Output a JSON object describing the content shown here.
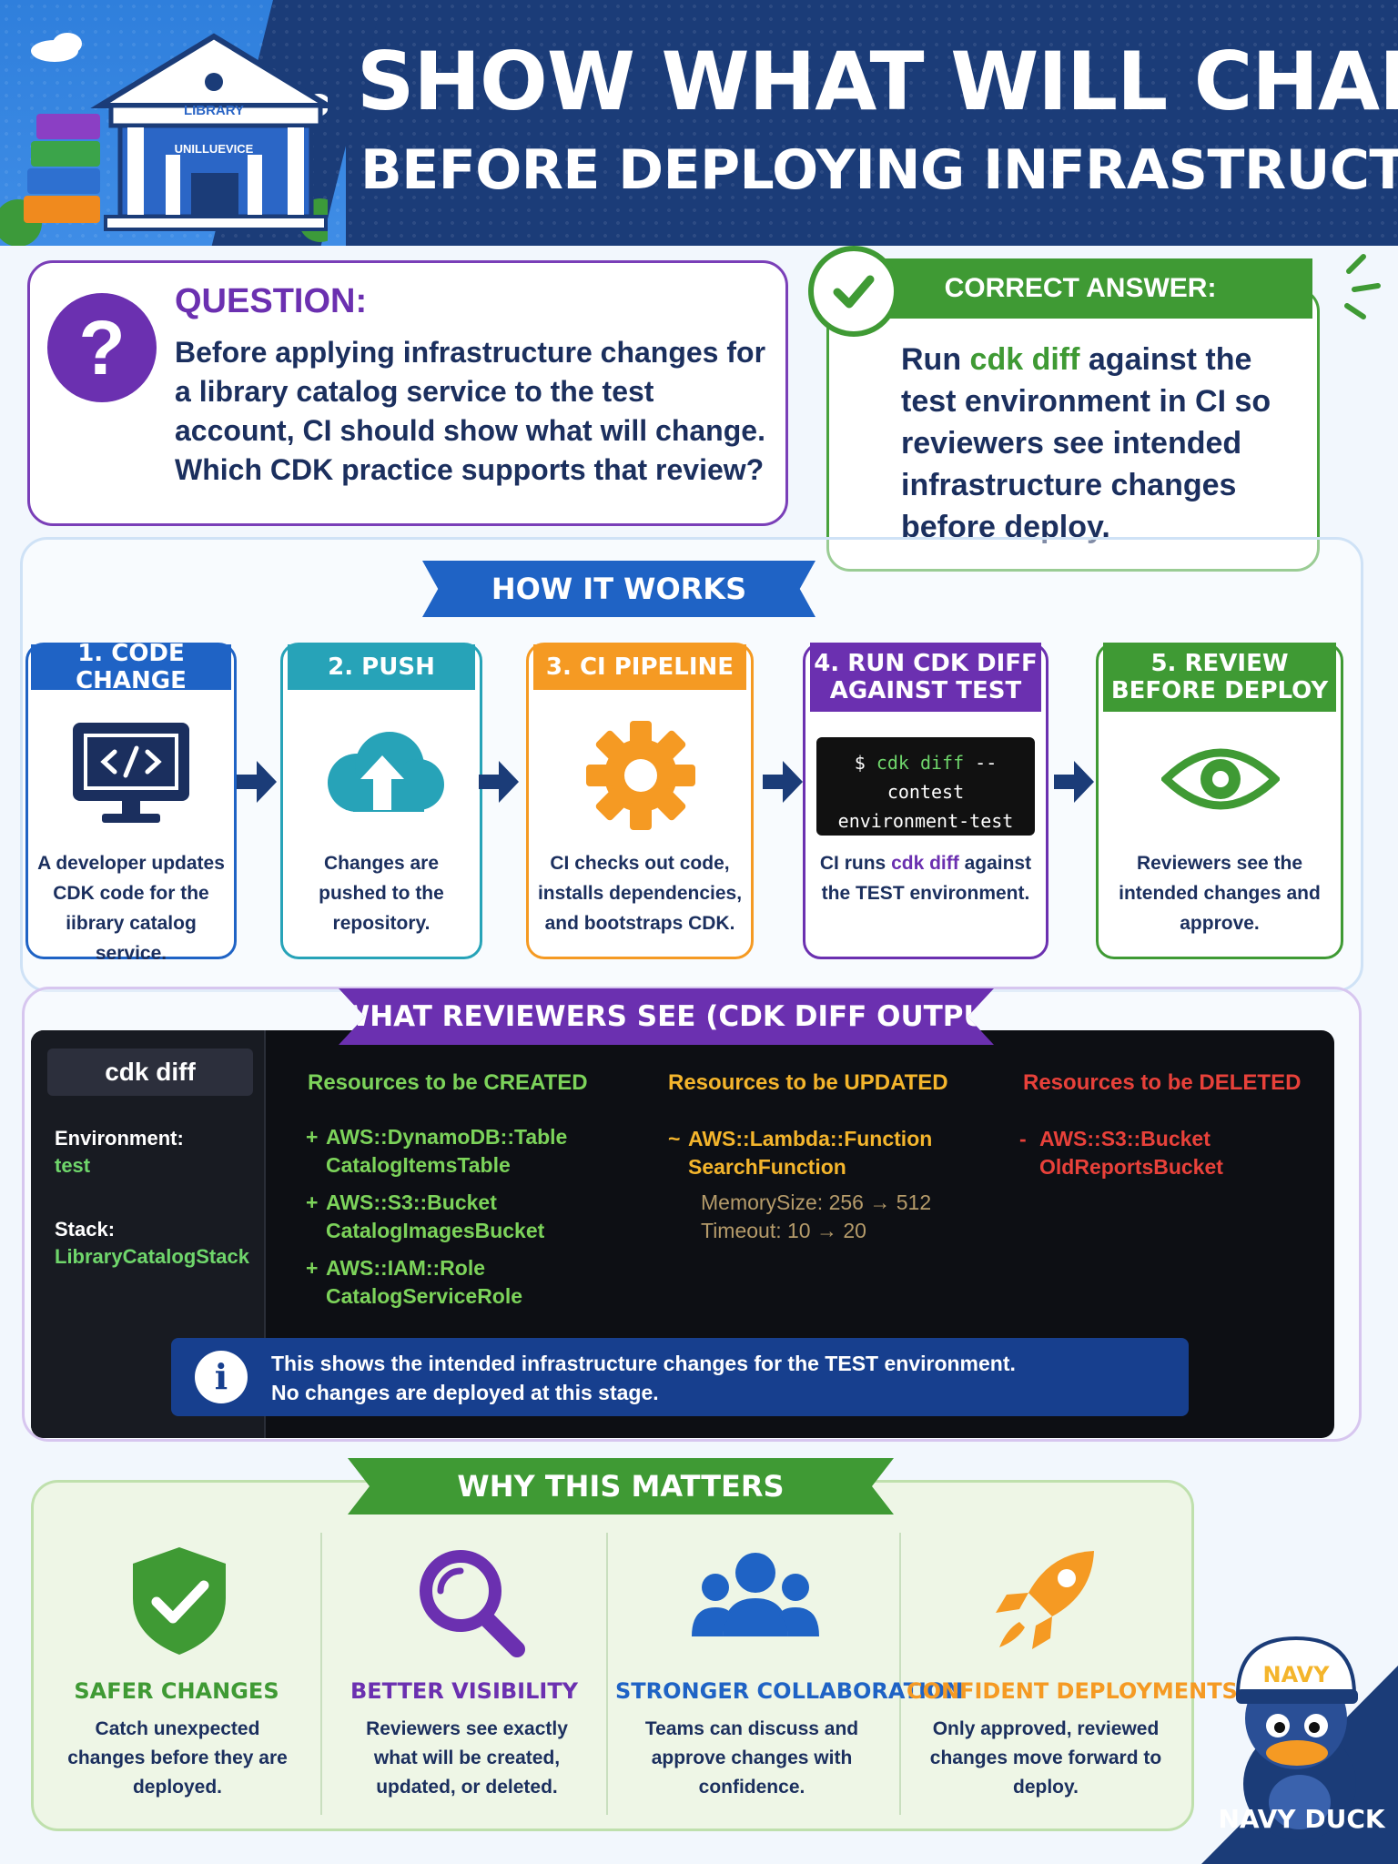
{
  "header": {
    "title_line1": "SHOW WHAT WILL CHANGE",
    "title_line2": "BEFORE DEPLOYING INFRASTRUCTURE"
  },
  "question": {
    "label": "QUESTION:",
    "text": "Before applying infrastructure changes for a library catalog service to the test account, CI should show what will change. Which CDK practice supports that review?"
  },
  "answer": {
    "label": "CORRECT ANSWER:",
    "text_before": "Run ",
    "highlight": "cdk diff",
    "text_after": " against the test environment in CI so reviewers see intended infrastructure changes before deploy."
  },
  "how_it_works": {
    "title": "HOW IT WORKS",
    "steps": [
      {
        "label": "1. CODE CHANGE",
        "desc": "A developer updates CDK code for the iibrary catalog service.",
        "color": "#1f63c5"
      },
      {
        "label": "2. PUSH",
        "desc": "Changes are pushed to the repository.",
        "color": "#27a3b8"
      },
      {
        "label": "3. CI PIPELINE",
        "desc": "CI checks out code, installs dependencies, and bootstraps CDK.",
        "color": "#f59a23"
      },
      {
        "label": "4. RUN CDK DIFF AGAINST TEST",
        "desc_before": "CI runs ",
        "desc_highlight": "cdk diff",
        "desc_after": " against the TEST environment.",
        "color": "#6b30b0"
      },
      {
        "label": "5. REVIEW BEFORE DEPLOY",
        "desc": "Reviewers see the intended changes and approve.",
        "color": "#3f9a34"
      }
    ],
    "terminal": {
      "prompt": "$ ",
      "cmd": "cdk diff",
      "args": " --contest",
      "line2": "environment-test"
    }
  },
  "diff_output": {
    "title": "WHAT REVIEWERS SEE (CDK DIFF OUTPUT)",
    "sidebar": {
      "heading": "cdk diff",
      "env_label": "Environment:",
      "env_value": "test",
      "stack_label": "Stack:",
      "stack_value": "LibraryCatalogStack"
    },
    "created": {
      "heading": "Resources to be CREATED",
      "color": "#7cd35a",
      "items": [
        {
          "marker": "+",
          "type": "AWS::DynamoDB::Table",
          "name": "CatalogItemsTable"
        },
        {
          "marker": "+",
          "type": "AWS::S3::Bucket",
          "name": "CatalogImagesBucket"
        },
        {
          "marker": "+",
          "type": "AWS::IAM::Role",
          "name": "CatalogServiceRole"
        }
      ]
    },
    "updated": {
      "heading": "Resources to be UPDATED",
      "color": "#f4b52c",
      "items": [
        {
          "marker": "~",
          "type": "AWS::Lambda::Function",
          "name": "SearchFunction"
        }
      ],
      "details": [
        "MemorySize: 256 → 512",
        "Timeout: 10 → 20"
      ]
    },
    "deleted": {
      "heading": "Resources to be DELETED",
      "color": "#e8413a",
      "items": [
        {
          "marker": "-",
          "type": "AWS::S3::Bucket",
          "name": "OldReportsBucket"
        }
      ]
    },
    "info": {
      "line1": "This shows the intended infrastructure changes for the TEST environment.",
      "line2": "No changes are deployed at this stage."
    }
  },
  "why_it_matters": {
    "title": "WHY THIS MATTERS",
    "items": [
      {
        "title": "SAFER CHANGES",
        "desc": "Catch unexpected changes before they are deployed.",
        "color": "#3f9a34",
        "icon": "shield-check-icon"
      },
      {
        "title": "BETTER VISIBILITY",
        "desc": "Reviewers see exactly what will be created, updated, or deleted.",
        "color": "#6b30b0",
        "icon": "magnifier-icon"
      },
      {
        "title": "STRONGER COLLABORATION",
        "desc": "Teams can discuss and approve changes with confidence.",
        "color": "#1f63c5",
        "icon": "team-icon"
      },
      {
        "title": "CONFIDENT DEPLOYMENTS",
        "desc": "Only approved, reviewed changes move forward to deploy.",
        "color": "#f59a23",
        "icon": "rocket-icon"
      }
    ]
  },
  "mascot": {
    "cap_text": "NAVY",
    "label": "NAVY DUCK"
  },
  "library_sign": {
    "line1": "LIBRARY",
    "line2": "UNILLUEVICE"
  }
}
